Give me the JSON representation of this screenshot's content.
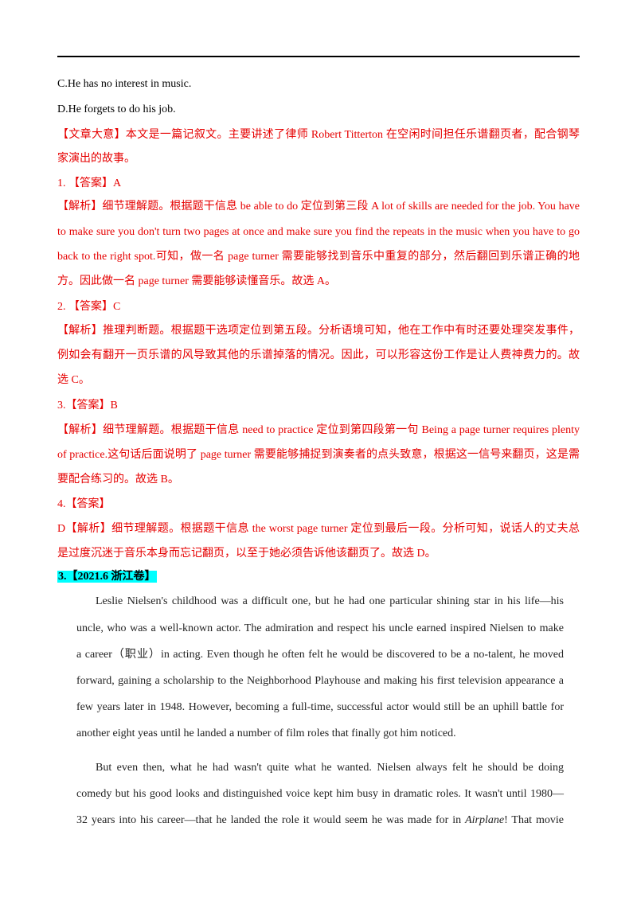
{
  "options": {
    "c": "C.He has no interest in music.",
    "d": "D.He forgets to do his job."
  },
  "summary": [
    "【文章大意】本文是一篇记叙文。主要讲述了律师 Robert Titterton 在空闲时间担任乐谱翻页者，配合钢琴",
    "家演出的故事。"
  ],
  "answers": [
    {
      "answer": "1.  【答案】A",
      "analysis": [
        "【解析】细节理解题。根据题干信息 be able to do 定位到第三段 A lot of skills are needed for the job. You have",
        "to make sure you don't turn two pages at once and make sure you find the repeats in the music when you have to go",
        "back to the right spot.可知，做一名 page turner 需要能够找到音乐中重复的部分，然后翻回到乐谱正确的地",
        "方。因此做一名 page turner 需要能够读懂音乐。故选 A。"
      ]
    },
    {
      "answer": "2.  【答案】C",
      "analysis": [
        "【解析】推理判断题。根据题干选项定位到第五段。分析语境可知，他在工作中有时还要处理突发事件，",
        "例如会有翻开一页乐谱的风导致其他的乐谱掉落的情况。因此，可以形容这份工作是让人费神费力的。故",
        "选 C。"
      ]
    },
    {
      "answer": "3.【答案】B",
      "analysis": [
        "【解析】细节理解题。根据题干信息 need to practice 定位到第四段第一句 Being a page turner requires plenty",
        "of practice.这句话后面说明了 page turner 需要能够捕捉到演奏者的点头致意，根据这一信号来翻页，这是需",
        "要配合练习的。故选 B。"
      ]
    },
    {
      "answer": "4.【答案】",
      "analysis": [
        "D【解析】细节理解题。根据题干信息 the worst page turner 定位到最后一段。分析可知，说话人的丈夫总",
        "是过度沉迷于音乐本身而忘记翻页，以至于她必须告诉他该翻页了。故选 D。"
      ]
    }
  ],
  "section_label": "3.【2021.6 浙江卷】",
  "passage": {
    "p1": [
      "Leslie Nielsen's childhood was a difficult one, but he had one particular shining star in his life—his",
      "uncle, who was a well-known actor. The admiration and respect his uncle earned inspired Nielsen to make",
      "a career（职业）in acting. Even though he often felt he would be discovered to be a no-talent, he moved",
      "forward, gaining a scholarship to the Neighborhood Playhouse and making his first television appearance a",
      "few years later in 1948. However, becoming a full-time, successful actor would still be an uphill battle for",
      "another eight yeas until he landed a number of film roles that finally got him noticed."
    ],
    "p2": [
      "But even then, what he had wasn't quite what he wanted. Nielsen always felt he should be doing",
      "comedy but his good looks and distinguished voice kept him busy in dramatic roles. It wasn't until 1980—"
    ],
    "p2_last_before": "32 years into his career—that he landed the role it would seem he was made for in ",
    "p2_last_title": "Airplane",
    "p2_last_after": "! That movie"
  }
}
